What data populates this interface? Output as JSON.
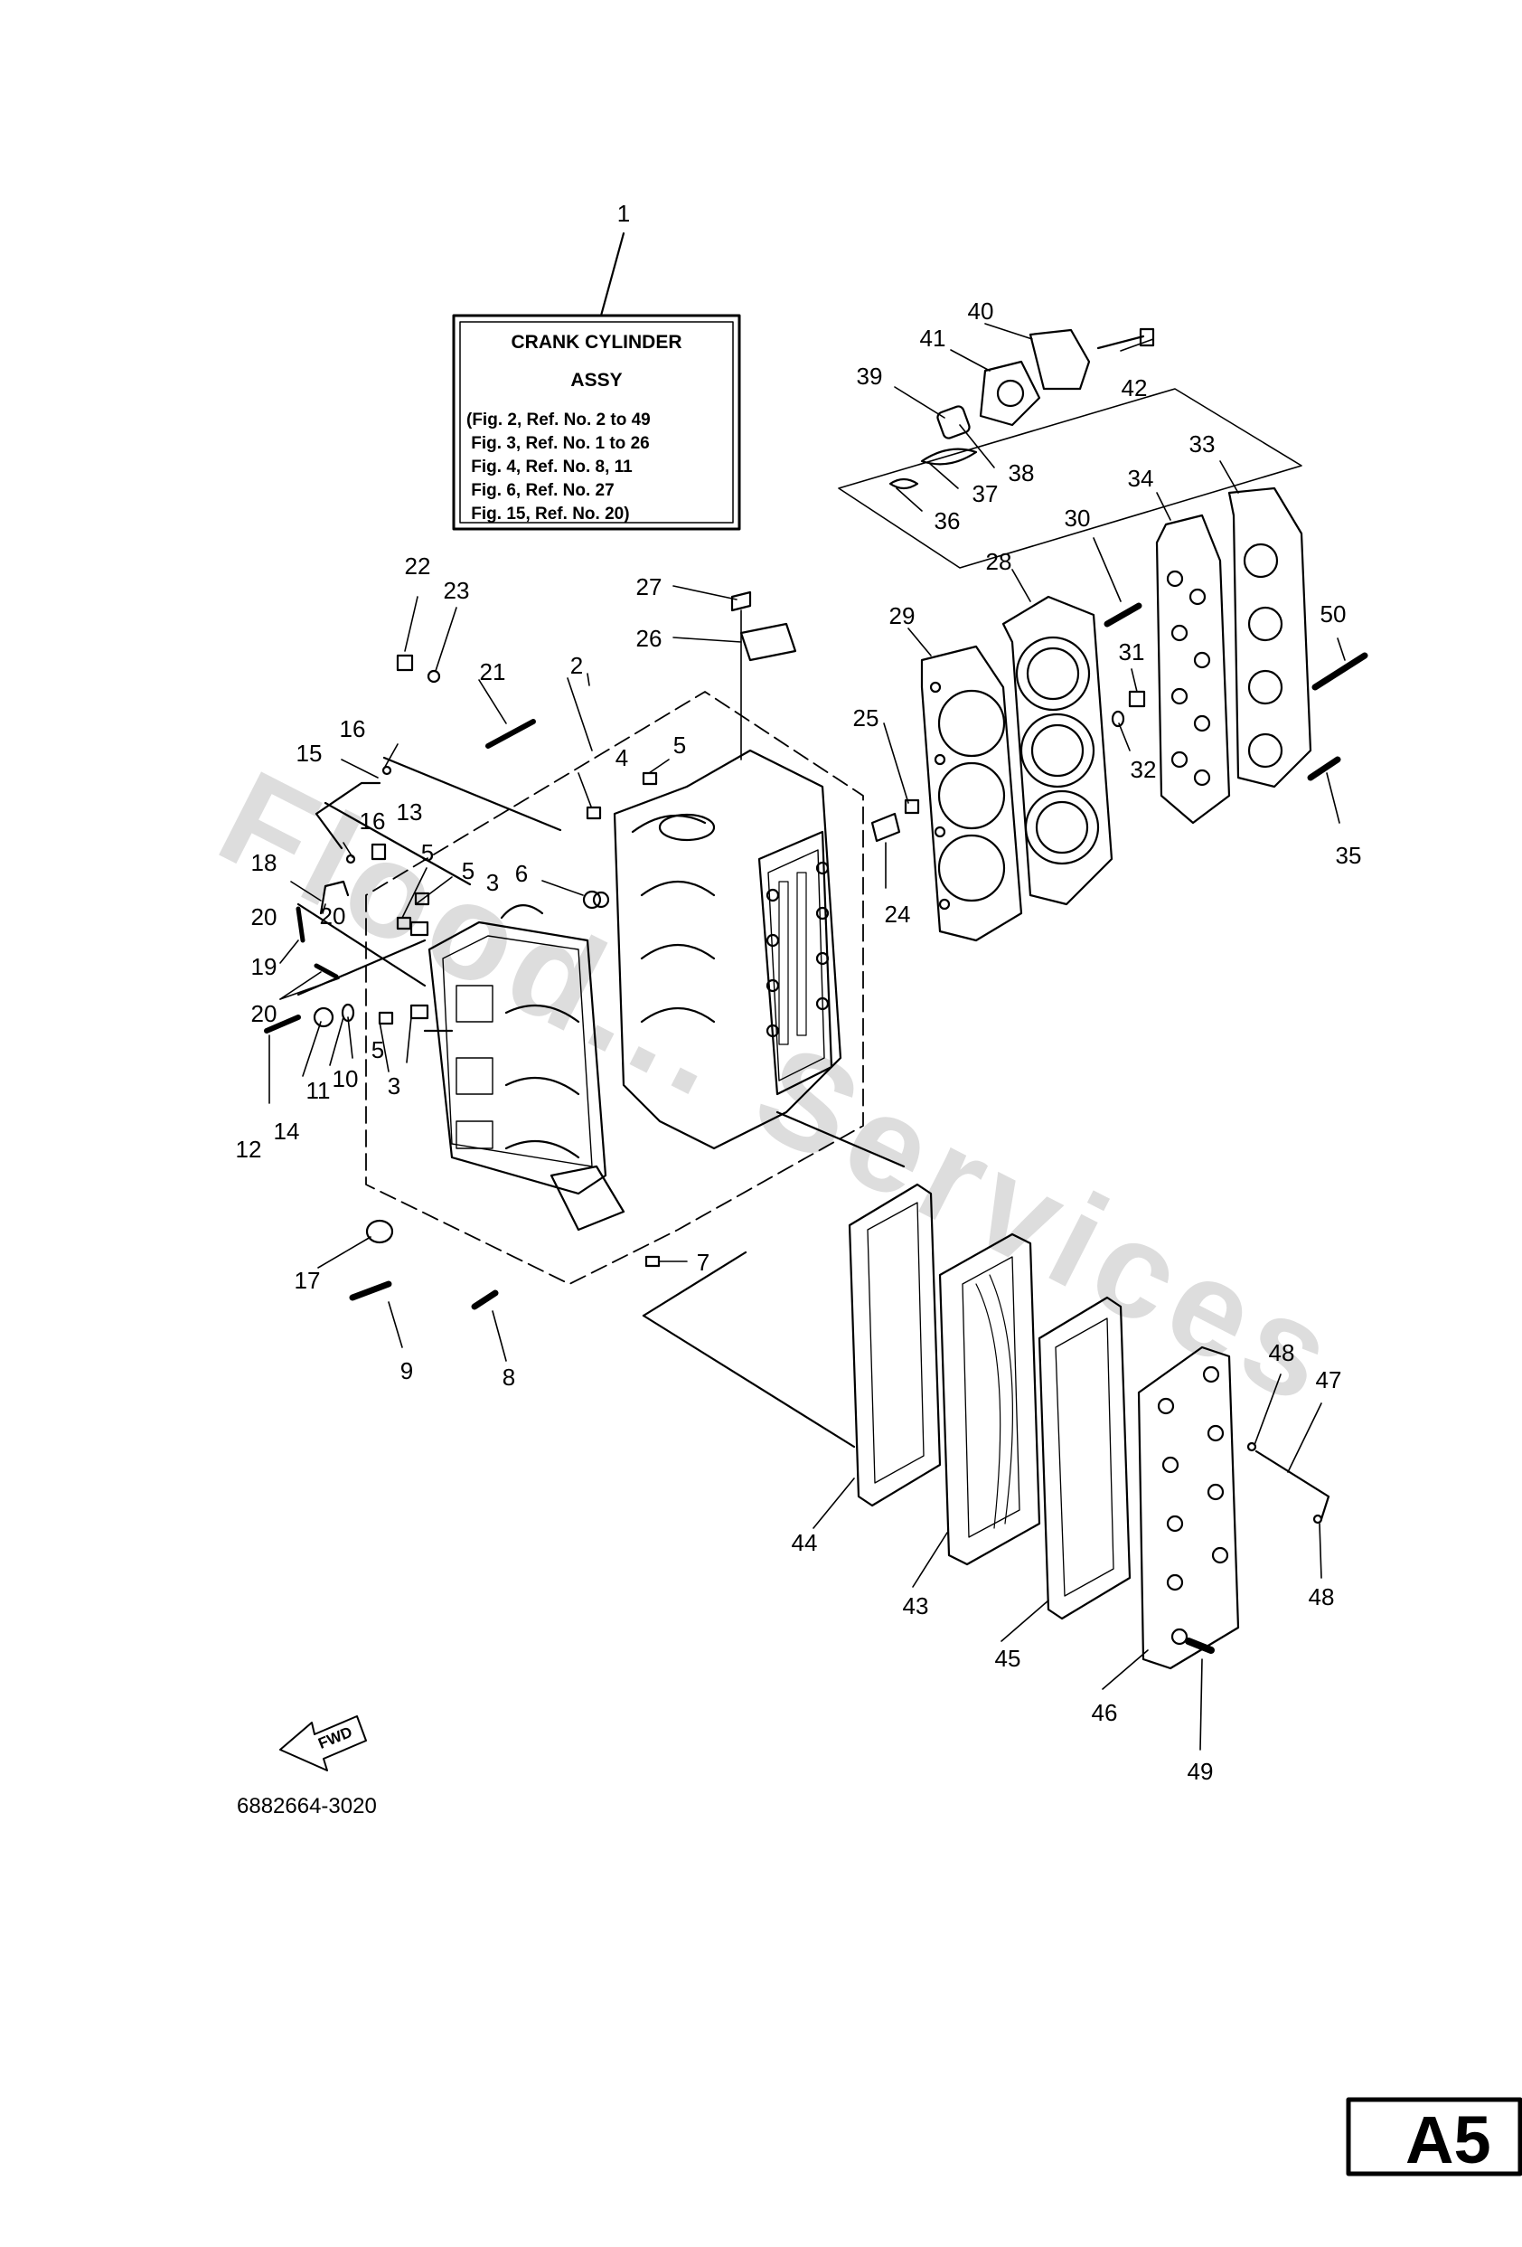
{
  "assy_box": {
    "line1": "CRANK CYLINDER",
    "line2": "ASSY",
    "refs": [
      "(Fig. 2, Ref. No. 2 to 49",
      " Fig. 3, Ref. No. 1 to 26",
      " Fig. 4, Ref. No. 8, 11",
      " Fig. 6, Ref. No. 27",
      " Fig. 15, Ref. No. 20)"
    ]
  },
  "watermark": "Flood... Services",
  "part_code": "6882664-3020",
  "fwd_label": "FWD",
  "page_tag": "A5",
  "callouts": [
    {
      "id": "c1",
      "text": "1"
    },
    {
      "id": "c2",
      "text": "2"
    },
    {
      "id": "c3a",
      "text": "3"
    },
    {
      "id": "c3b",
      "text": "3"
    },
    {
      "id": "c4",
      "text": "4"
    },
    {
      "id": "c5a",
      "text": "5"
    },
    {
      "id": "c5b",
      "text": "5"
    },
    {
      "id": "c5c",
      "text": "5"
    },
    {
      "id": "c5d",
      "text": "5"
    },
    {
      "id": "c6",
      "text": "6"
    },
    {
      "id": "c7",
      "text": "7"
    },
    {
      "id": "c8",
      "text": "8"
    },
    {
      "id": "c9",
      "text": "9"
    },
    {
      "id": "c10",
      "text": "10"
    },
    {
      "id": "c11",
      "text": "11"
    },
    {
      "id": "c12",
      "text": "12"
    },
    {
      "id": "c13",
      "text": "13"
    },
    {
      "id": "c14",
      "text": "14"
    },
    {
      "id": "c15",
      "text": "15"
    },
    {
      "id": "c16a",
      "text": "16"
    },
    {
      "id": "c16b",
      "text": "16"
    },
    {
      "id": "c17",
      "text": "17"
    },
    {
      "id": "c18",
      "text": "18"
    },
    {
      "id": "c19",
      "text": "19"
    },
    {
      "id": "c20a",
      "text": "20"
    },
    {
      "id": "c20b",
      "text": "20"
    },
    {
      "id": "c20c",
      "text": "20"
    },
    {
      "id": "c21",
      "text": "21"
    },
    {
      "id": "c22",
      "text": "22"
    },
    {
      "id": "c23",
      "text": "23"
    },
    {
      "id": "c24",
      "text": "24"
    },
    {
      "id": "c25",
      "text": "25"
    },
    {
      "id": "c26",
      "text": "26"
    },
    {
      "id": "c27",
      "text": "27"
    },
    {
      "id": "c28",
      "text": "28"
    },
    {
      "id": "c29",
      "text": "29"
    },
    {
      "id": "c30",
      "text": "30"
    },
    {
      "id": "c31",
      "text": "31"
    },
    {
      "id": "c32",
      "text": "32"
    },
    {
      "id": "c33",
      "text": "33"
    },
    {
      "id": "c34",
      "text": "34"
    },
    {
      "id": "c35",
      "text": "35"
    },
    {
      "id": "c36",
      "text": "36"
    },
    {
      "id": "c37",
      "text": "37"
    },
    {
      "id": "c38",
      "text": "38"
    },
    {
      "id": "c39",
      "text": "39"
    },
    {
      "id": "c40",
      "text": "40"
    },
    {
      "id": "c41",
      "text": "41"
    },
    {
      "id": "c42",
      "text": "42"
    },
    {
      "id": "c43",
      "text": "43"
    },
    {
      "id": "c44",
      "text": "44"
    },
    {
      "id": "c45",
      "text": "45"
    },
    {
      "id": "c46",
      "text": "46"
    },
    {
      "id": "c47",
      "text": "47"
    },
    {
      "id": "c48a",
      "text": "48"
    },
    {
      "id": "c48b",
      "text": "48"
    },
    {
      "id": "c49",
      "text": "49"
    },
    {
      "id": "c50",
      "text": "50"
    }
  ]
}
